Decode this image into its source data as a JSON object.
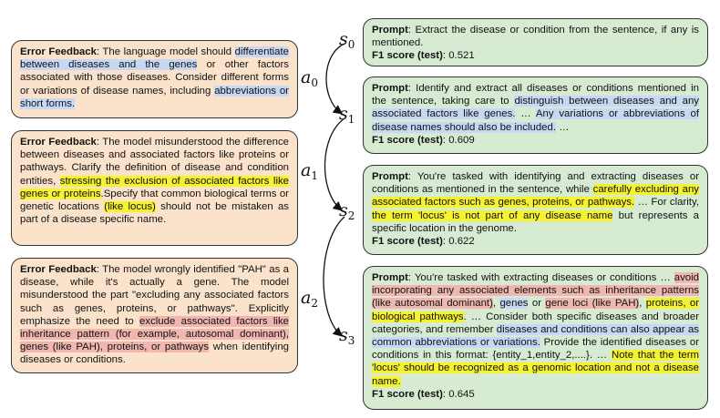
{
  "states": [
    "s",
    "s",
    "s",
    "s"
  ],
  "state_indices": [
    "0",
    "1",
    "2",
    "3"
  ],
  "actions": [
    "a",
    "a",
    "a"
  ],
  "action_indices": [
    "0",
    "1",
    "2"
  ],
  "feedback": {
    "label": "Error Feedback",
    "items": [
      {
        "segments": [
          {
            "t": ": The language model should ",
            "h": ""
          },
          {
            "t": "differentiate between diseases and the genes",
            "h": "blue"
          },
          {
            "t": " or other factors associated with those diseases. Consider different forms or variations of disease names, including ",
            "h": ""
          },
          {
            "t": "abbreviations or short forms.",
            "h": "blue"
          }
        ]
      },
      {
        "segments": [
          {
            "t": ": The model misunderstood the difference between diseases and associated factors like proteins or pathways. Clarify the definition of disease and condition entities, ",
            "h": ""
          },
          {
            "t": "stressing the exclusion of associated factors like genes or proteins",
            "h": "yel"
          },
          {
            "t": ".Specify that common biological terms or genetic locations ",
            "h": ""
          },
          {
            "t": "(like locus)",
            "h": "yel"
          },
          {
            "t": " should not be mistaken as part of a disease specific name.",
            "h": ""
          }
        ]
      },
      {
        "segments": [
          {
            "t": ": The model wrongly identified \"PAH\" as a disease, while it's actually a gene. The model misunderstood the part \"excluding any associated factors such as genes, proteins, or pathways\". Explicitly emphasize the need to ",
            "h": ""
          },
          {
            "t": "exclude associated factors like inheritance pattern (for example, autosomal dominant), genes (like PAH), proteins, or pathways",
            "h": "red"
          },
          {
            "t": " when identifying diseases or conditions.",
            "h": ""
          }
        ]
      }
    ]
  },
  "prompts": {
    "label": "Prompt",
    "f1_label": "F1 score (test)",
    "items": [
      {
        "segments": [
          {
            "t": ": Extract the disease or condition from the sentence, if any is mentioned.",
            "h": ""
          }
        ],
        "f1": ": 0.521"
      },
      {
        "segments": [
          {
            "t": ": Identify and extract all diseases or conditions mentioned in the sentence, taking care to ",
            "h": ""
          },
          {
            "t": "distinguish between diseases and any associated factors like genes.",
            "h": "blue"
          },
          {
            "t": " … ",
            "h": ""
          },
          {
            "t": "Any variations or abbreviations of disease names should also be included.",
            "h": "blue"
          },
          {
            "t": " …",
            "h": ""
          }
        ],
        "f1": ": 0.609"
      },
      {
        "segments": [
          {
            "t": ": You're tasked with identifying and extracting diseases or conditions as mentioned in the sentence, while ",
            "h": ""
          },
          {
            "t": "carefully excluding any associated factors such as genes, proteins, or pathways.",
            "h": "yel"
          },
          {
            "t": " … For clarity, ",
            "h": ""
          },
          {
            "t": "the term 'locus' is not part of any disease name",
            "h": "yel"
          },
          {
            "t": " but represents a specific location in the genome.",
            "h": ""
          }
        ],
        "f1": ": 0.622"
      },
      {
        "segments": [
          {
            "t": ": You're tasked with extracting diseases or conditions … ",
            "h": ""
          },
          {
            "t": "avoid incorporating any associated elements such as inheritance patterns (like autosomal dominant)",
            "h": "red"
          },
          {
            "t": ", ",
            "h": ""
          },
          {
            "t": "genes",
            "h": "blue"
          },
          {
            "t": " or ",
            "h": ""
          },
          {
            "t": "gene loci (like PAH)",
            "h": "red"
          },
          {
            "t": ", ",
            "h": ""
          },
          {
            "t": "proteins, or biological pathways",
            "h": "yel"
          },
          {
            "t": ". … Consider both specific diseases and broader categories, and remember ",
            "h": ""
          },
          {
            "t": "diseases and conditions can also appear as common abbreviations or variations.",
            "h": "blue"
          },
          {
            "t": " Provide the identified diseases or conditions in this format: {entity_1,entity_2,....}. … ",
            "h": ""
          },
          {
            "t": "Note that the term 'locus' should be recognized as a genomic location and not a disease name.",
            "h": "yel"
          }
        ],
        "f1": ": 0.645"
      }
    ]
  }
}
